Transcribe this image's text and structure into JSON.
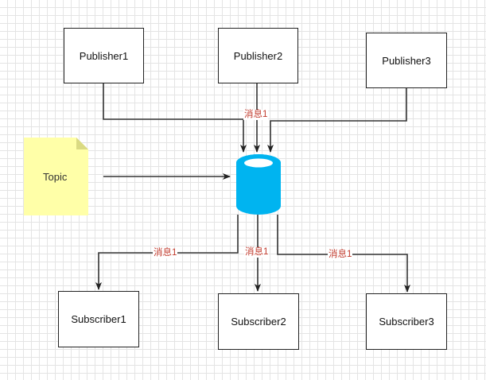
{
  "publishers": [
    "Publisher1",
    "Publisher2",
    "Publisher3"
  ],
  "subscribers": [
    "Subscriber1",
    "Subscriber2",
    "Subscriber3"
  ],
  "topic": "Topic",
  "message_label": "消息1",
  "colors": {
    "cylinder": "#00b4f0",
    "cylinder_top": "#ffffff",
    "note": "#ffffa8",
    "note_fold": "#dada82",
    "edge": "#333333",
    "message": "#c0392b"
  }
}
